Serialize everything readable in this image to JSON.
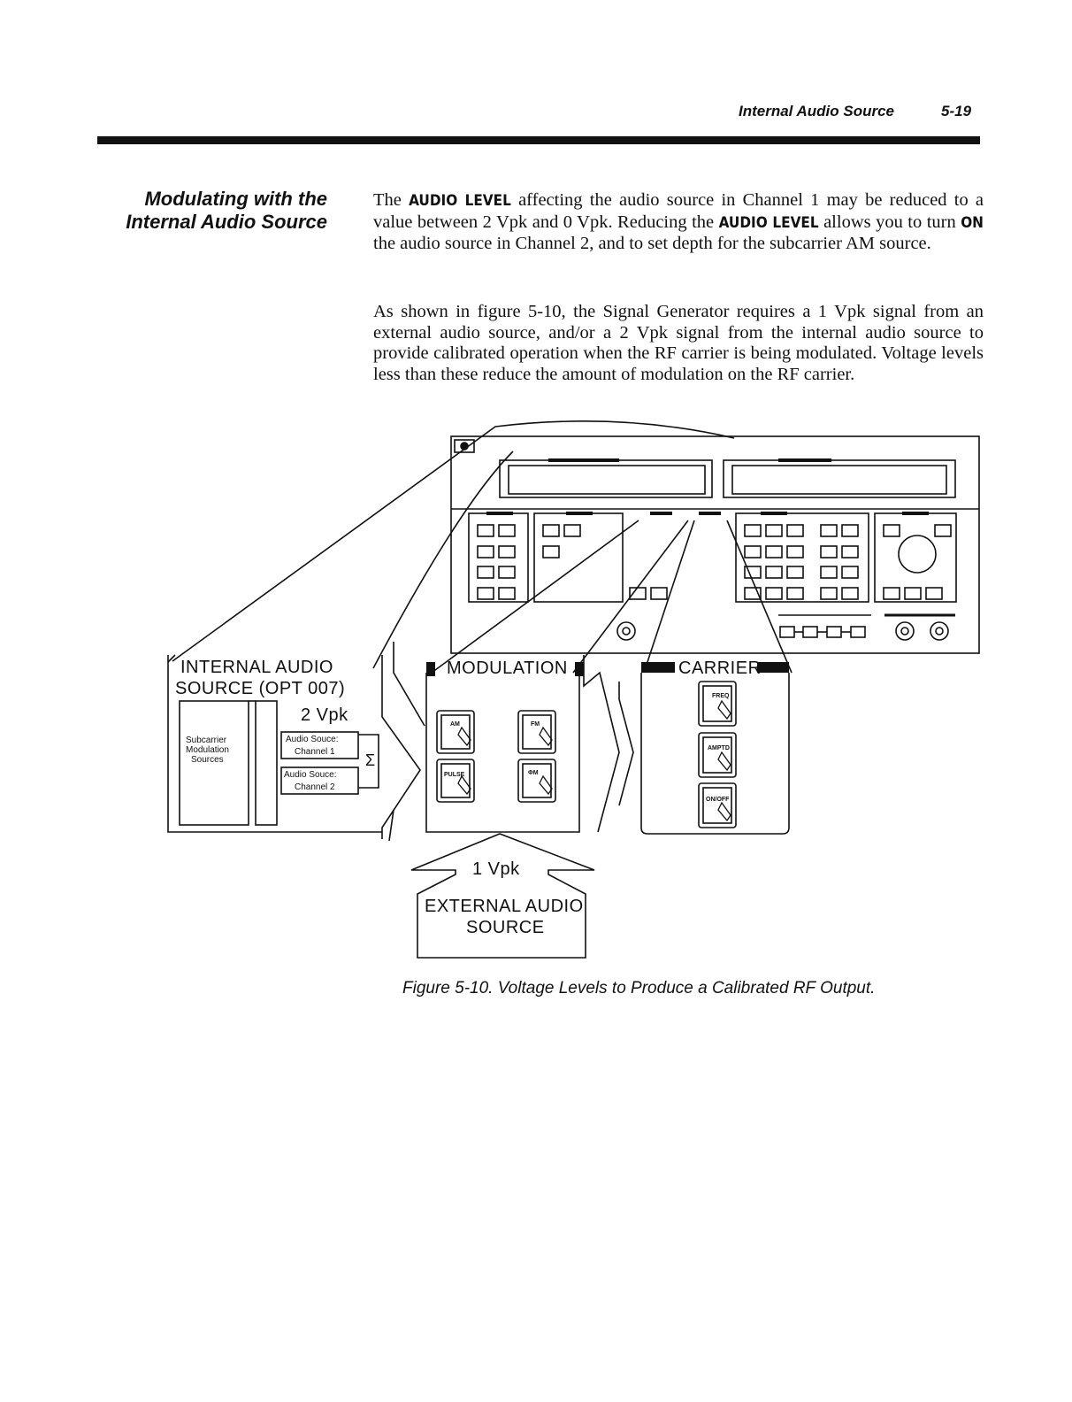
{
  "header": {
    "title": "Internal Audio Source",
    "page_number": "5-19"
  },
  "side_heading": {
    "line1": "Modulating with the",
    "line2": "Internal Audio Source"
  },
  "paragraph1": {
    "t1": "The ",
    "k1": "AUDIO LEVEL",
    "t2": " affecting the audio source in Channel 1 may be reduced to a value between 2 Vpk and 0 Vpk. Reducing the ",
    "k2": "AUDIO LEVEL",
    "t3": " allows you to turn ",
    "k3": "ON",
    "t4": " the audio source in Channel 2, and to set depth for the subcarrier AM source."
  },
  "paragraph2": "As shown in figure 5-10, the Signal Generator requires a 1 Vpk signal from an external audio source, and/or a 2 Vpk signal from the internal audio source to provide calibrated operation when the RF carrier is being modulated. Voltage levels less than these reduce the amount of modulation on the RF carrier.",
  "figure": {
    "internal_audio": {
      "line1": "INTERNAL AUDIO",
      "line2": "SOURCE (OPT 007)",
      "level": "2 Vpk",
      "subcarrier_line1": "Subcarrier",
      "subcarrier_line2": "Modulation",
      "subcarrier_line3": "Sources",
      "ch1_line1": "Audio Souce:",
      "ch1_line2": "Channel 1",
      "ch2_line1": "Audio Souce:",
      "ch2_line2": "Channel 2",
      "sum_symbol": "Σ"
    },
    "modulation": {
      "title": "MODULATION",
      "keys": [
        "AM",
        "FM",
        "PULSE",
        "ΦM"
      ]
    },
    "carrier": {
      "title": "CARRIER",
      "keys": [
        "FREQ",
        "AMPTD",
        "ON/OFF"
      ]
    },
    "external_audio": {
      "level": "1 Vpk",
      "line1": "EXTERNAL AUDIO",
      "line2": "SOURCE"
    },
    "caption": "Figure 5-10. Voltage Levels to Produce a Calibrated RF Output."
  }
}
